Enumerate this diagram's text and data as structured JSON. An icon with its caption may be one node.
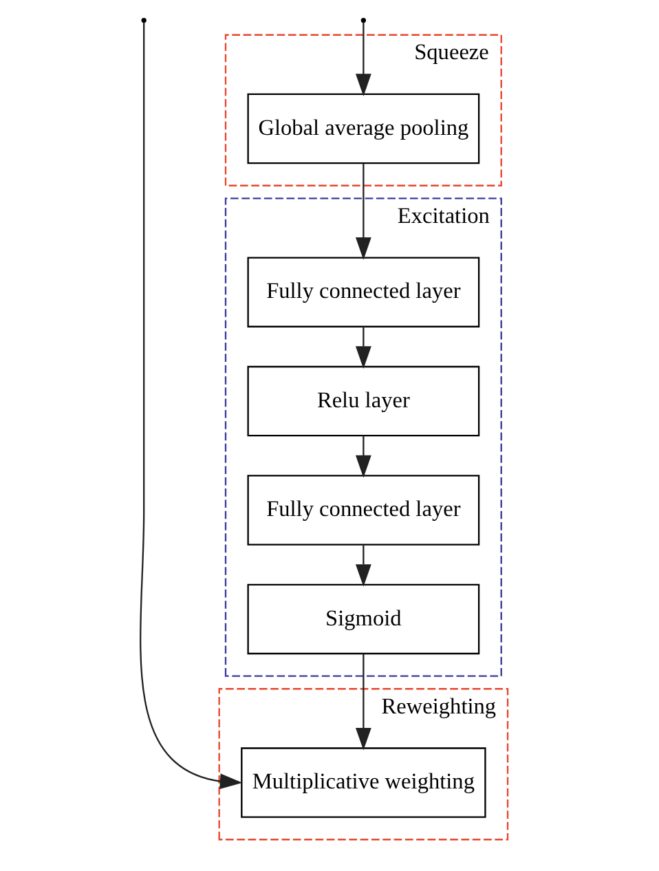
{
  "diagram": {
    "nodes": [
      {
        "text": [
          "Squeeze"
        ]
      },
      {
        "text": [
          "Global average pooling"
        ],
        "in": 0
      },
      {
        "text": [
          "Excitation"
        ]
      },
      {
        "text": [
          "Fully connected layer"
        ],
        "in": 2
      },
      {
        "text": [
          "Relu layer"
        ],
        "in": 2
      },
      {
        "text": [
          "Fully connected layer"
        ],
        "in": 2
      },
      {
        "text": [
          "Sigmoid"
        ],
        "in": 2
      },
      {
        "text": [
          "Reweighting"
        ]
      },
      {
        "text": [
          "Multiplicative weighting"
        ],
        "in": 7
      }
    ],
    "edges": [
      {
        "from": null,
        "to": 1,
        "arrow": "to"
      },
      {
        "from": 1,
        "to": 3,
        "arrow": "to"
      },
      {
        "from": 3,
        "to": 4,
        "arrow": "to"
      },
      {
        "from": 4,
        "to": 5,
        "arrow": "to"
      },
      {
        "from": 5,
        "to": 6,
        "arrow": "to"
      },
      {
        "from": 6,
        "to": 8,
        "arrow": "to"
      },
      {
        "from": null,
        "to": 8,
        "arrow": "to"
      }
    ]
  }
}
